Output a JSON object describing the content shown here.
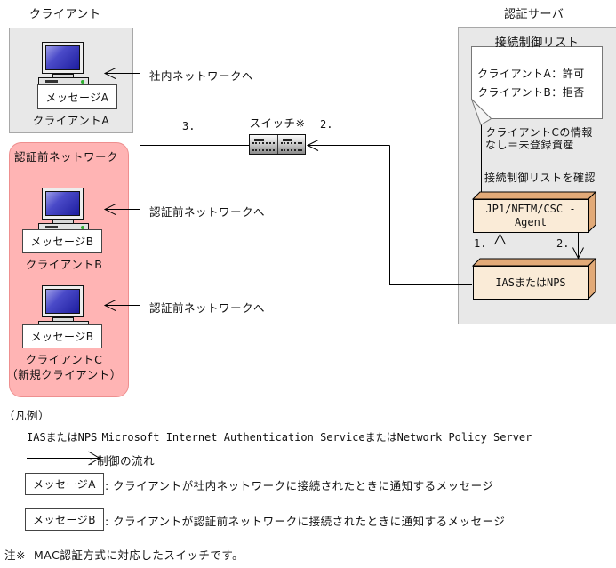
{
  "headers": {
    "client": "クライアント",
    "server": "認証サーバ"
  },
  "clients": {
    "a": {
      "message": "メッセージA",
      "name": "クライアントA"
    },
    "b": {
      "message": "メッセージB",
      "name": "クライアントB"
    },
    "c": {
      "message": "メッセージB",
      "name": "クライアントC",
      "sub": "（新規クライアント）"
    }
  },
  "pre_auth_zone": {
    "label": "認証前ネットワーク"
  },
  "flow_labels": {
    "to_internal": "社内ネットワークへ",
    "to_preauth_b": "認証前ネットワークへ",
    "to_preauth_c": "認証前ネットワークへ",
    "num1": "1.",
    "num2_servers": "2.",
    "num2_switch": "2.",
    "num3": "3."
  },
  "switch": {
    "label": "スイッチ※"
  },
  "server_zone": {
    "list_title": "接続制御リスト",
    "note_line1": "クライアントA：許可",
    "note_line2": "クライアントB：拒否",
    "no_info_line1": "クライアントCの情報",
    "no_info_line2": "なし＝未登録資産",
    "check_note": "接続制御リストを確認",
    "agent_line1": "JP1/NETM/CSC -",
    "agent_line2": "Agent",
    "ias_label": "IASまたはNPS"
  },
  "legend": {
    "title": "（凡例）",
    "row1_term": "IASまたはNPS",
    "row1_desc": ": Microsoft Internet Authentication ServiceまたはNetwork Policy Server",
    "row2_desc": ": 制御の流れ",
    "row3_term": "メッセージA",
    "row3_desc": ": クライアントが社内ネットワークに接続されたときに通知するメッセージ",
    "row4_term": "メッセージB",
    "row4_desc": ": クライアントが認証前ネットワークに接続されたときに通知するメッセージ"
  },
  "footnote": {
    "mark": "注※",
    "text": "MAC認証方式に対応したスイッチです。"
  },
  "colors": {
    "zone_gray": "#e8e8e8",
    "pre_auth_pink": "#ffb4b4",
    "box_face": "#faebd7",
    "box_side": "#e2aa78",
    "screen_blue": "#2b2bb4"
  }
}
